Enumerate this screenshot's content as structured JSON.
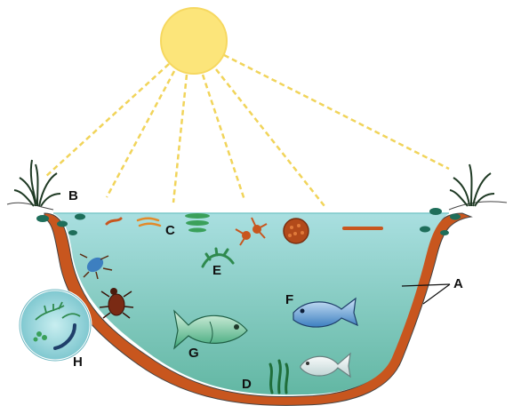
{
  "labels": {
    "a": "A",
    "b": "B",
    "c": "C",
    "d": "D",
    "e": "E",
    "f": "F",
    "g": "G",
    "h": "H"
  },
  "colors": {
    "sun": "#fce57a",
    "sun_rays": "#f1d45a",
    "water_top": "#a9dfe0",
    "water_bottom": "#62b7a3",
    "sediment": "#c8561e",
    "label_text": "#111111"
  },
  "icons": [
    "sun-icon",
    "shoreline-plant-icon",
    "water-beetle-icon",
    "fish-icon",
    "algae-icon",
    "worm-icon",
    "zooplankton-icon",
    "microscope-view-icon"
  ]
}
